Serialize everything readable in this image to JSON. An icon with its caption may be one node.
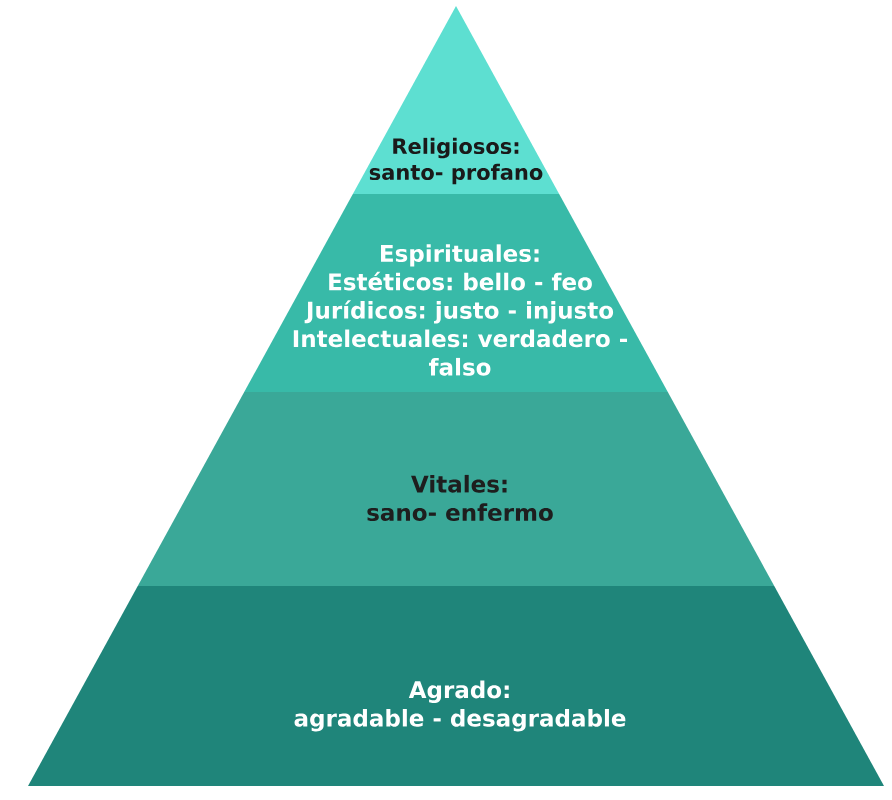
{
  "diagram": {
    "nodes": [
      {
        "text": [
          "Religiosos:",
          "santo- profano"
        ]
      },
      {
        "text": [
          "Espirituales:",
          "Estéticos: bello - feo",
          "Jurídicos: justo - injusto",
          "Intelectuales: verdadero - falso"
        ]
      },
      {
        "text": [
          "Vitales:",
          "sano- enfermo"
        ]
      },
      {
        "text": [
          "Agrado:",
          "agradable - desagradable"
        ]
      }
    ]
  }
}
